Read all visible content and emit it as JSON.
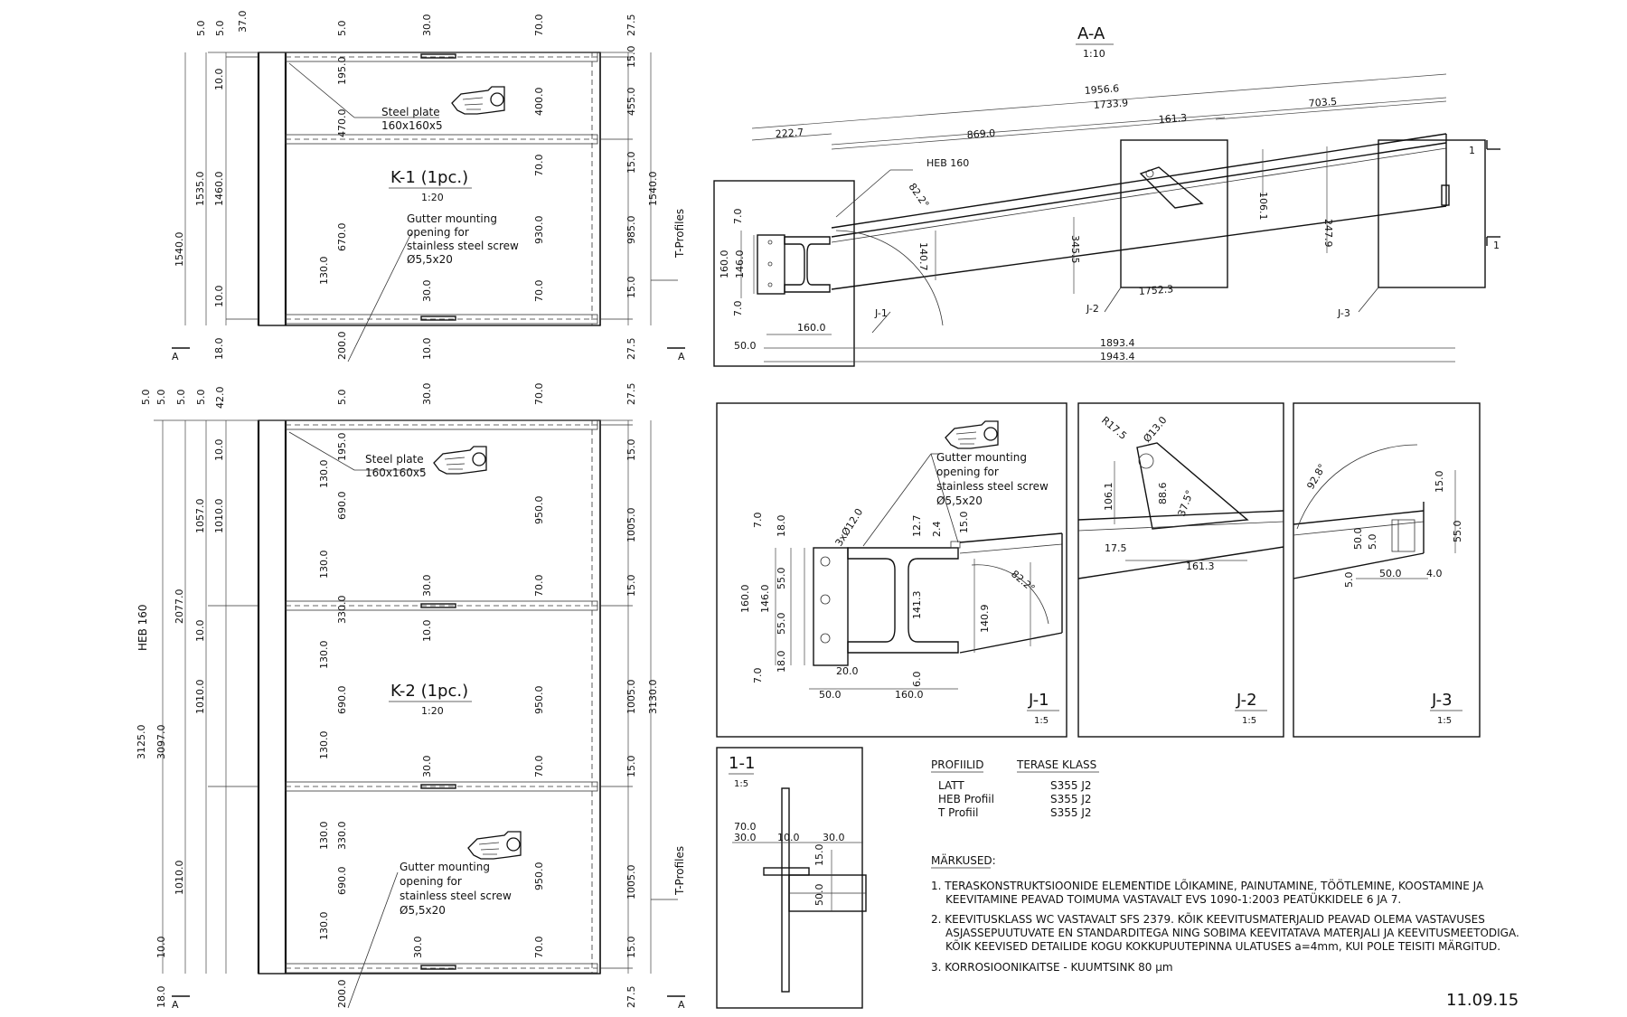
{
  "k1": {
    "title": "K-1 (1pc.)",
    "scale": "1:20",
    "plate_label": "Steel plate",
    "plate_size": "160x160x5",
    "gutter_lines": [
      "Gutter mounting",
      "opening for",
      "stainless steel screw",
      "Ø5,5x20"
    ],
    "tprofiles": "T-Profiles",
    "section": "A",
    "top_dims": [
      "5.0",
      "5.0",
      "37.0",
      "5.0",
      "30.0",
      "70.0",
      "27.5"
    ],
    "left_dims": [
      "1540.0",
      "1535.0",
      "1460.0",
      "10.0",
      "10.0",
      "18.0"
    ],
    "inner_dims": [
      "195.0",
      "470.0",
      "670.0",
      "130.0",
      "200.0",
      "30.0",
      "10.0",
      "400.0",
      "70.0",
      "930.0",
      "70.0"
    ],
    "right_dims": [
      "15.0",
      "455.0",
      "15.0",
      "1540.0",
      "985.0",
      "15.0",
      "27.5"
    ]
  },
  "k2": {
    "title": "K-2 (1pc.)",
    "scale": "1:20",
    "plate_label": "Steel plate",
    "plate_size": "160x160x5",
    "gutter_lines": [
      "Gutter mounting",
      "opening for",
      "stainless steel screw",
      "Ø5,5x20"
    ],
    "tprofiles": "T-Profiles",
    "heb": "HEB 160",
    "section": "A",
    "top_dims": [
      "5.0",
      "5.0",
      "5.0",
      "5.0",
      "42.0",
      "5.0",
      "30.0",
      "70.0",
      "27.5"
    ],
    "left_dims": [
      "3125.0",
      "3097.0",
      "2077.0",
      "1057.0",
      "1010.0",
      "1010.0",
      "1010.0",
      "10.0",
      "10.0",
      "10.0",
      "18.0"
    ],
    "inner_dims": [
      "130.0",
      "195.0",
      "690.0",
      "130.0",
      "330.0",
      "130.0",
      "690.0",
      "130.0",
      "130.0",
      "330.0",
      "690.0",
      "130.0",
      "200.0",
      "30.0",
      "10.0",
      "30.0",
      "30.0",
      "950.0",
      "950.0",
      "950.0",
      "70.0",
      "70.0",
      "70.0"
    ],
    "right_dims": [
      "15.0",
      "1005.0",
      "15.0",
      "1005.0",
      "3130.0",
      "15.0",
      "1005.0",
      "15.0",
      "27.5"
    ]
  },
  "aa": {
    "title": "A-A",
    "scale": "1:10",
    "heb": "HEB 160",
    "dims": [
      "1956.6",
      "1733.9",
      "703.5",
      "222.7",
      "869.0",
      "161.3",
      "106.1",
      "247.9",
      "82.2°",
      "140.7",
      "345.5",
      "1752.3",
      "7.0",
      "160.0",
      "146.0",
      "7.0",
      "160.0",
      "50.0",
      "1893.4",
      "1943.4"
    ],
    "joints": [
      "J-1",
      "J-2",
      "J-3"
    ],
    "section_mark": "1"
  },
  "j1": {
    "label": "J-1",
    "scale": "1:5",
    "holes": "3xØ12.0",
    "gutter_lines": [
      "Gutter mounting",
      "opening for",
      "stainless steel screw",
      "Ø5,5x20"
    ],
    "dims": [
      "7.0",
      "18.0",
      "160.0",
      "146.0",
      "55.0",
      "55.0",
      "18.0",
      "7.0",
      "20.0",
      "50.0",
      "160.0",
      "12.7",
      "2.4",
      "15.0",
      "141.3",
      "6.0",
      "140.9",
      "82.2°"
    ]
  },
  "j2": {
    "label": "J-2",
    "scale": "1:5",
    "dims": [
      "R17.5",
      "Ø13.0",
      "106.1",
      "88.6",
      "37.5°",
      "17.5",
      "161.3"
    ]
  },
  "j3": {
    "label": "J-3",
    "scale": "1:5",
    "dims": [
      "92.8°",
      "15.0",
      "55.0",
      "50.0",
      "5.0",
      "5.0",
      "50.0",
      "4.0"
    ]
  },
  "s11": {
    "label": "1-1",
    "scale": "1:5",
    "dims": [
      "70.0",
      "30.0",
      "10.0",
      "30.0",
      "15.0",
      "50.0"
    ]
  },
  "table": {
    "h1": "PROFIILID",
    "h2": "TERASE KLASS",
    "rows": [
      {
        "profile": "LATT",
        "grade": "S355 J2"
      },
      {
        "profile": "HEB Profiil",
        "grade": "S355 J2"
      },
      {
        "profile": "T Profiil",
        "grade": "S355 J2"
      }
    ]
  },
  "notes": {
    "title": "MÄRKUSED:",
    "lines": [
      "1. TERASKONSTRUKTSIOONIDE ELEMENTIDE LÕIKAMINE, PAINUTAMINE, TÖÖTLEMINE, KOOSTAMINE JA",
      "KEEVITAMINE PEAVAD TOIMUMA VASTAVALT EVS 1090-1:2003 PEATÜKKIDELE 6 JA 7.",
      "2. KEEVITUSKLASS WC VASTAVALT SFS 2379. KÕIK KEEVITUSMATERJALID PEAVAD OLEMA VASTAVUSES",
      "ASJASSEPUUTUVATE EN STANDARDITEGA NING SOBIMA KEEVITATAVA MATERJALI JA KEEVITUSMEETODIGA.",
      "KÕIK KEEVISED DETAILIDE KOGU KOKKUPUUTEPINNA ULATUSES a=4mm, KUI POLE TEISITI MÄRGITUD.",
      "3. KORROSIOONIKAITSE -  KUUMTSINK 80 µm"
    ]
  },
  "date": "11.09.15"
}
